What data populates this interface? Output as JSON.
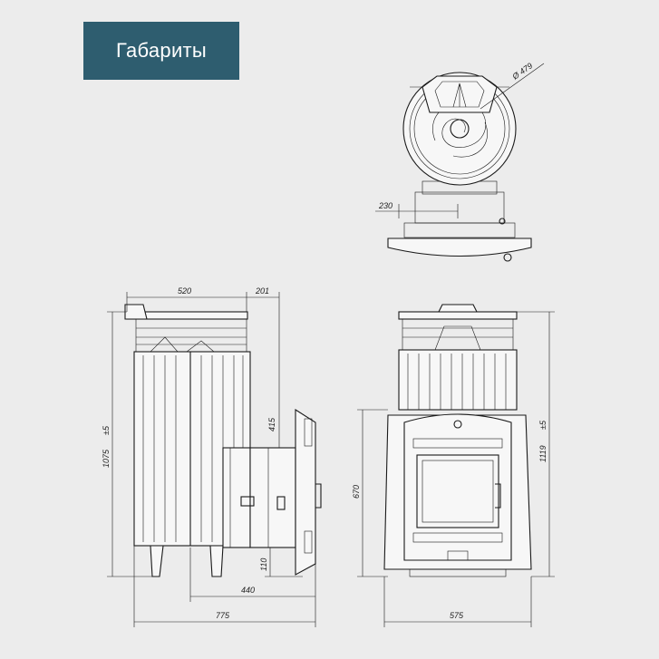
{
  "header": {
    "title": "Габариты"
  },
  "top_view": {
    "diameter_label": "Ø 479",
    "offset_label": "230"
  },
  "side_view": {
    "width_top_label": "520",
    "offset_top_label": "201",
    "height_label": "1075",
    "height_tol": "±5",
    "door_height_label": "415",
    "leg_height_label": "110",
    "depth_label": "440",
    "total_depth_label": "775"
  },
  "front_view": {
    "height_label": "1119",
    "height_tol": "±5",
    "door_label": "670",
    "width_label": "575"
  },
  "colors": {
    "banner": "#2e5d6f",
    "background": "#ececec",
    "line": "#1a1a1a"
  }
}
